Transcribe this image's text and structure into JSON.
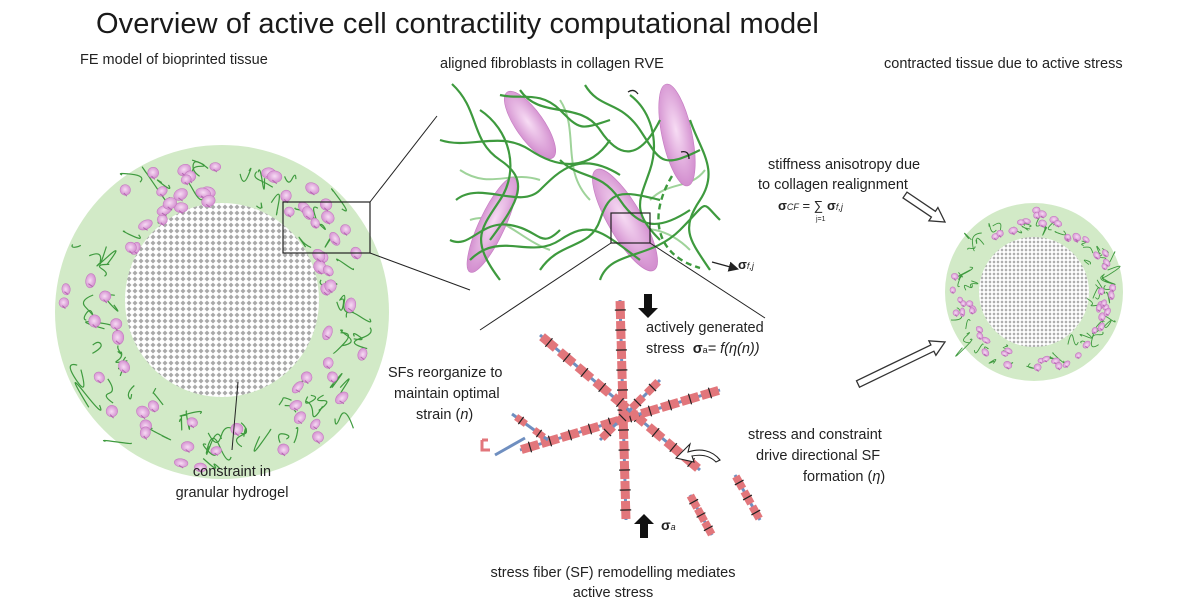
{
  "title": "Overview of active cell contractility computational model",
  "labels": {
    "fe_model": "FE model of bioprinted tissue",
    "aligned": "aligned fibroblasts in collagen RVE",
    "contracted": "contracted tissue due to active stress",
    "stiffness_1": "stiffness anisotropy due",
    "stiffness_2": "to collagen realignment",
    "active_1": "actively generated",
    "active_2": "stress",
    "active_eq": "= f(η(n))",
    "sf_reorg_1": "SFs reorganize to",
    "sf_reorg_2": "maintain optimal",
    "sf_reorg_3": "strain (",
    "sf_reorg_n": "n",
    "sf_reorg_close": ")",
    "constraint_1": "stress and constraint",
    "constraint_2": "drive directional SF",
    "constraint_3": "formation (",
    "constraint_eta": "η",
    "constraint_close": ")",
    "granular_1": "constraint in",
    "granular_2": "granular hydrogel",
    "remodel_1": "stress fiber (SF) remodelling mediates",
    "remodel_2": "active stress"
  },
  "equations": {
    "sigma_cf": "σ",
    "cf_sub": "CF",
    "equals_sum": " = ∑",
    "sum_index": "j=1",
    "sigma_fj": "σ",
    "fj_sub": "f,j",
    "sigma_fj_label": "σ",
    "fj_label_sub": "f,j",
    "sigma_a": "σ",
    "a_sub": "a",
    "sigma_a_bottom": "σ",
    "a_sub_bottom": "a"
  },
  "colors": {
    "ring": "#cfe8c4",
    "fiber": "#3e9a3e",
    "cell": "#d58fd0",
    "gel": "#bdbdbd",
    "sf_block": "#e2767b",
    "sf_line": "#6f8fc0"
  }
}
